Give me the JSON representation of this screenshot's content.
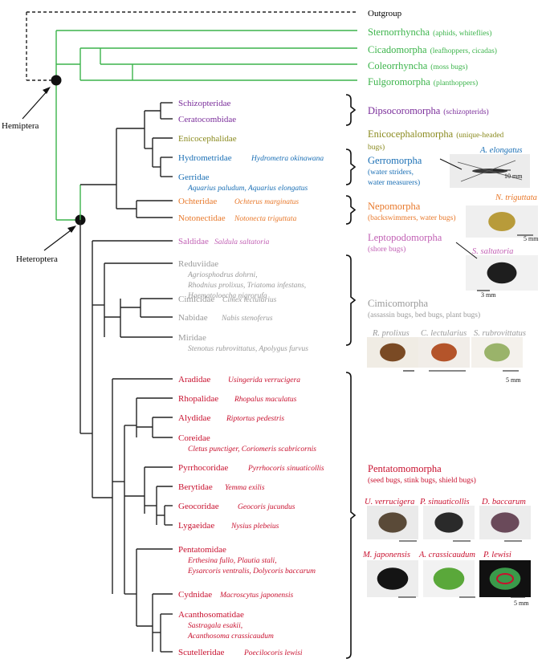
{
  "colors": {
    "outgroup": "#000000",
    "hemiptera": "#3cb44b",
    "dipsocoromorpha": "#7a2d9a",
    "enicocephalomorpha": "#8a8a1e",
    "gerromorpha": "#1a6fb5",
    "nepomorpha": "#e8782a",
    "leptopodomorpha": "#c160b4",
    "cimicomorpha": "#9a9a9a",
    "pentatomomorpha": "#c8102e"
  },
  "labels": {
    "outgroup": "Outgroup",
    "hemiptera": "Hemiptera",
    "heteroptera": "Heteroptera"
  },
  "outgroups": [
    {
      "name": "Sternorrhyncha",
      "common": "(aphids, whiteflies)"
    },
    {
      "name": "Cicadomorpha",
      "common": "(leafhoppers, cicadas)"
    },
    {
      "name": "Coleorrhyncha",
      "common": "(moss bugs)"
    },
    {
      "name": "Fulgoromorpha",
      "common": "(planthoppers)"
    }
  ],
  "families": [
    {
      "id": "schizopteridae",
      "name": "Schizopteridae",
      "species": [],
      "group": "dipsocoromorpha"
    },
    {
      "id": "ceratocombidae",
      "name": "Ceratocombidae",
      "species": [],
      "group": "dipsocoromorpha"
    },
    {
      "id": "enicocephalidae",
      "name": "Enicocephalidae",
      "species": [],
      "group": "enicocephalomorpha"
    },
    {
      "id": "hydrometridae",
      "name": "Hydrometridae",
      "species": [
        "Hydrometra okinawana"
      ],
      "inline": true,
      "group": "gerromorpha"
    },
    {
      "id": "gerridae",
      "name": "Gerridae",
      "species": [
        "Aquarius paludum, Aquarius elongatus"
      ],
      "group": "gerromorpha"
    },
    {
      "id": "ochteridae",
      "name": "Ochteridae",
      "species": [
        "Ochterus marginatus"
      ],
      "inline": true,
      "group": "nepomorpha"
    },
    {
      "id": "notonectidae",
      "name": "Notonectidae",
      "species": [
        "Notonecta triguttata"
      ],
      "inline": true,
      "group": "nepomorpha"
    },
    {
      "id": "saldidae",
      "name": "Saldidae",
      "species": [
        "Saldula saltatoria"
      ],
      "inline": true,
      "group": "leptopodomorpha"
    },
    {
      "id": "reduviidae",
      "name": "Reduviidae",
      "species": [
        "Agriosphodrus dohrni,",
        "Rhodnius prolixus, Triatoma infestans,",
        "Haematoloecha nigrorufa"
      ],
      "group": "cimicomorpha"
    },
    {
      "id": "cimicidae",
      "name": "Cimicidae",
      "species": [
        "Cimex lectularius"
      ],
      "inline": true,
      "group": "cimicomorpha"
    },
    {
      "id": "nabidae",
      "name": "Nabidae",
      "species": [
        "Nabis stenoferus"
      ],
      "inline": true,
      "group": "cimicomorpha"
    },
    {
      "id": "miridae",
      "name": "Miridae",
      "species": [
        "Stenotus rubrovittatus, Apolygus furvus"
      ],
      "group": "cimicomorpha"
    },
    {
      "id": "aradidae",
      "name": "Aradidae",
      "species": [
        "Usingerida verrucigera"
      ],
      "inline": true,
      "group": "pentatomomorpha"
    },
    {
      "id": "rhopalidae",
      "name": "Rhopalidae",
      "species": [
        "Rhopalus maculatus"
      ],
      "inline": true,
      "group": "pentatomomorpha"
    },
    {
      "id": "alydidae",
      "name": "Alydidae",
      "species": [
        "Riptortus pedestris"
      ],
      "inline": true,
      "group": "pentatomomorpha"
    },
    {
      "id": "coreidae",
      "name": "Coreidae",
      "species": [
        "Cletus punctiger, Coriomeris scabricornis"
      ],
      "group": "pentatomomorpha"
    },
    {
      "id": "pyrrhocoridae",
      "name": "Pyrrhocoridae",
      "species": [
        "Pyrrhocoris sinuaticollis"
      ],
      "inline": true,
      "group": "pentatomomorpha"
    },
    {
      "id": "berytidae",
      "name": "Berytidae",
      "species": [
        "Yemma exilis"
      ],
      "inline": true,
      "group": "pentatomomorpha"
    },
    {
      "id": "geocoridae",
      "name": "Geocoridae",
      "species": [
        "Geocoris jucundus"
      ],
      "inline": true,
      "group": "pentatomomorpha"
    },
    {
      "id": "lygaeidae",
      "name": "Lygaeidae",
      "species": [
        "Nysius plebeius"
      ],
      "inline": true,
      "group": "pentatomomorpha"
    },
    {
      "id": "pentatomidae",
      "name": "Pentatomidae",
      "species": [
        "Erthesina fullo, Plautia stali,",
        "Eysarcoris ventralis, Dolycoris baccarum"
      ],
      "group": "pentatomomorpha"
    },
    {
      "id": "cydnidae",
      "name": "Cydnidae",
      "species": [
        "Macroscytus japonensis"
      ],
      "inline": true,
      "group": "pentatomomorpha"
    },
    {
      "id": "acanthosomatidae",
      "name": "Acanthosomatidae",
      "species": [
        "Sastragala esakii,",
        "Acanthosoma crassicaudum"
      ],
      "group": "pentatomomorpha"
    },
    {
      "id": "scutelleridae",
      "name": "Scutelleridae",
      "species": [
        "Poecilocoris lewisi"
      ],
      "inline": true,
      "group": "pentatomomorpha"
    }
  ],
  "infraorders": [
    {
      "id": "dipsocoromorpha",
      "lines": [
        "Dipsocoromorpha"
      ],
      "common": "(schizopterids)",
      "inline_common": true
    },
    {
      "id": "enicocephalomorpha",
      "lines": [
        "Enicocephalomorpha"
      ],
      "common": "(unique-headed",
      "common2": "bugs)",
      "inline_common": true
    },
    {
      "id": "gerromorpha",
      "lines": [
        "Gerromorpha"
      ],
      "common": "(water striders,",
      "common2": "water measurers)"
    },
    {
      "id": "nepomorpha",
      "lines": [
        "Nepomorpha"
      ],
      "common": "(backswimmers, water bugs)"
    },
    {
      "id": "leptopodomorpha",
      "lines": [
        "Leptopodomorpha"
      ],
      "common": "(shore bugs)"
    },
    {
      "id": "cimicomorpha",
      "lines": [
        "Cimicomorpha"
      ],
      "common": "(assassin bugs, bed bugs, plant bugs)"
    },
    {
      "id": "pentatomomorpha",
      "lines": [
        "Pentatomomorpha"
      ],
      "common": "(seed bugs, stink bugs, shield bugs)"
    }
  ],
  "photos": [
    {
      "id": "a-elongatus",
      "name": "A. elongatus",
      "scale": "10 mm",
      "group": "gerromorpha"
    },
    {
      "id": "n-triguttata",
      "name": "N. triguttata",
      "scale": "5 mm",
      "group": "nepomorpha"
    },
    {
      "id": "s-saltatoria",
      "name": "S. saltatoria",
      "scale": "3 mm",
      "group": "leptopodomorpha"
    },
    {
      "id": "r-prolixus",
      "name": "R. prolixus",
      "scale": "",
      "group": "cimicomorpha"
    },
    {
      "id": "c-lectularius",
      "name": "C. lectularius",
      "scale": "",
      "group": "cimicomorpha"
    },
    {
      "id": "s-rubrovittatus",
      "name": "S. rubrovittatus",
      "scale": "5 mm",
      "group": "cimicomorpha"
    },
    {
      "id": "u-verrucigera",
      "name": "U. verrucigera",
      "scale": "",
      "group": "pentatomomorpha"
    },
    {
      "id": "p-sinuaticollis",
      "name": "P. sinuaticollis",
      "scale": "",
      "group": "pentatomomorpha"
    },
    {
      "id": "d-baccarum",
      "name": "D. baccarum",
      "scale": "",
      "group": "pentatomomorpha"
    },
    {
      "id": "m-japonensis",
      "name": "M. japonensis",
      "scale": "",
      "group": "pentatomomorpha"
    },
    {
      "id": "a-crassicaudum",
      "name": "A. crassicaudum",
      "scale": "",
      "group": "pentatomomorpha"
    },
    {
      "id": "p-lewisi",
      "name": "P. lewisi",
      "scale": "5 mm",
      "group": "pentatomomorpha"
    }
  ]
}
